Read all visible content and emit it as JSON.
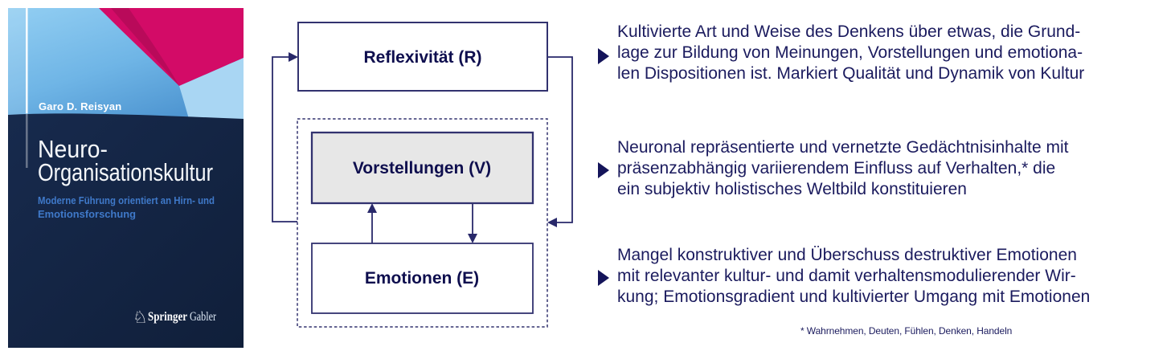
{
  "book_cover": {
    "author": "Garo D. Reisyan",
    "title_line1": "Neuro-",
    "title_line2": "Organisationskultur",
    "subtitle_line1": "Moderne Führung orientiert an Hirn- und",
    "subtitle_line2": "Emotionsforschung",
    "publisher": "Springer",
    "publisher_suffix": "Gabler",
    "logo_glyph": "♘",
    "colors": {
      "navy": "#132441",
      "magenta": "#d30b67",
      "cover_blue_top": "#92cef2",
      "cover_blue_bottom": "#4d94d0",
      "corner_light_blue": "#a9d6f3",
      "subtitle_blue": "#3f79c9"
    }
  },
  "diagram": {
    "boxes": [
      {
        "id": "R",
        "label": "Reflexivität (R)",
        "fill": "#ffffff"
      },
      {
        "id": "V",
        "label": "Vorstellungen (V)",
        "fill": "#e7e7e7"
      },
      {
        "id": "E",
        "label": "Emotionen (E)",
        "fill": "#ffffff"
      }
    ],
    "border_color": "#32326f",
    "arrow_color": "#28286a",
    "label_color": "#0e0e4e",
    "dashed_container": true
  },
  "right_column": {
    "paragraphs": [
      {
        "text": "Kultivierte Art und Weise des Denkens über etwas, die Grund-\nlage zur Bildung von Meinungen, Vorstellungen und emotiona-\nlen Dispositionen ist. Markiert Qualität und Dynamik von Kultur"
      },
      {
        "text": "Neuronal repräsentierte und vernetzte Gedächtnisinhalte mit\npräsenzabhängig variierendem Einfluss auf Verhalten,* die\nein subjektiv holistisches Weltbild konstituieren"
      },
      {
        "text": "Mangel konstruktiver und Überschuss destruktiver Emotionen\nmit relevanter kultur- und damit verhaltensmodulierender Wir-\nkung; Emotionsgradient und kultivierter Umgang mit Emotionen"
      }
    ],
    "footnote": "* Wahrnehmen, Deuten, Fühlen, Denken, Handeln",
    "text_color": "#1b1b5e"
  },
  "icons": {
    "bullet": "right-triangle",
    "publisher_logo": "chess-knight-horse"
  }
}
